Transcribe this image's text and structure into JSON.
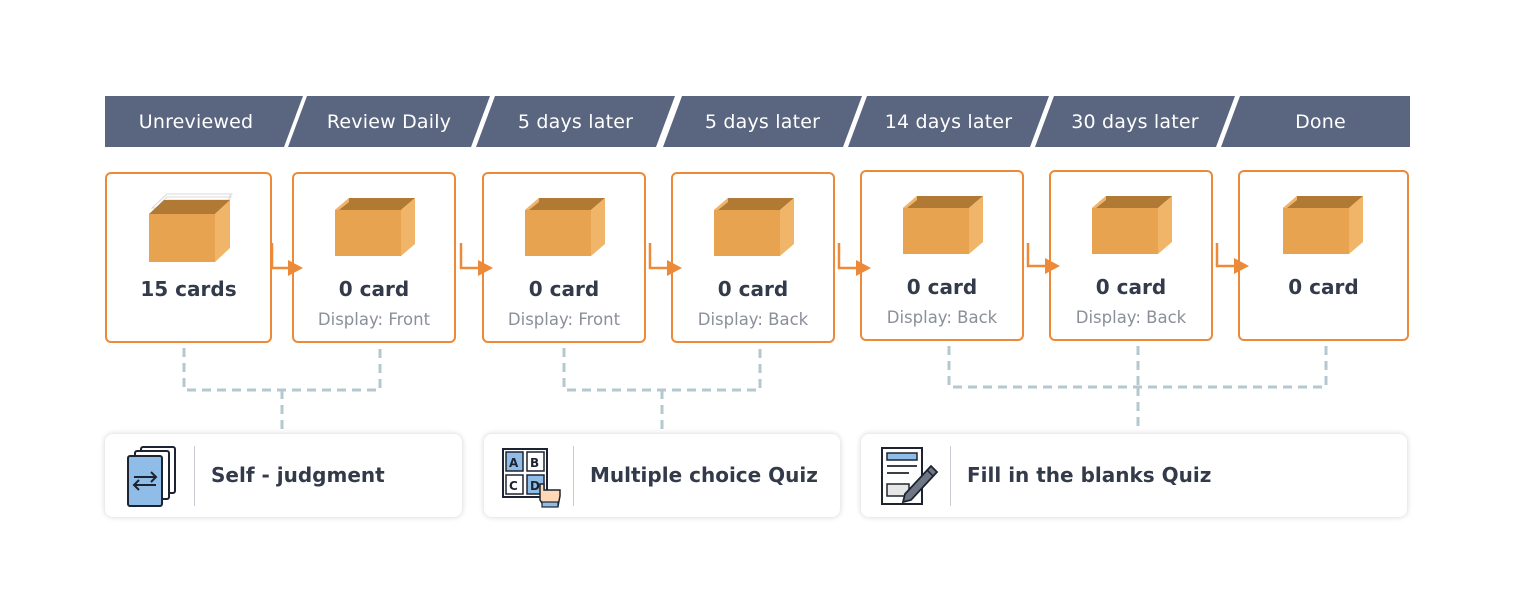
{
  "colors": {
    "header_bg": "#5a6580",
    "box_border": "#ec8a3a",
    "arrow": "#ec8a3a",
    "dashed": "#b5c7cf",
    "box_fill": "#e8a350",
    "box_side": "#f1b56a",
    "box_inner": "#b07a34"
  },
  "stages": [
    {
      "header": "Unreviewed",
      "count": "15 cards",
      "display": ""
    },
    {
      "header": "Review Daily",
      "count": "0 card",
      "display": "Display: Front"
    },
    {
      "header": "5 days later",
      "count": "0 card",
      "display": "Display: Front"
    },
    {
      "header": "5 days later",
      "count": "0 card",
      "display": "Display: Back"
    },
    {
      "header": "14 days later",
      "count": "0 card",
      "display": "Display: Back"
    },
    {
      "header": "30 days later",
      "count": "0 card",
      "display": "Display: Back"
    },
    {
      "header": "Done",
      "count": "0 card",
      "display": ""
    }
  ],
  "quizzes": [
    {
      "label": "Self - judgment",
      "icon": "flashcard-swap-icon"
    },
    {
      "label": "Multiple choice Quiz",
      "icon": "abcd-choice-icon"
    },
    {
      "label": "Fill in the blanks Quiz",
      "icon": "form-pencil-icon"
    }
  ]
}
